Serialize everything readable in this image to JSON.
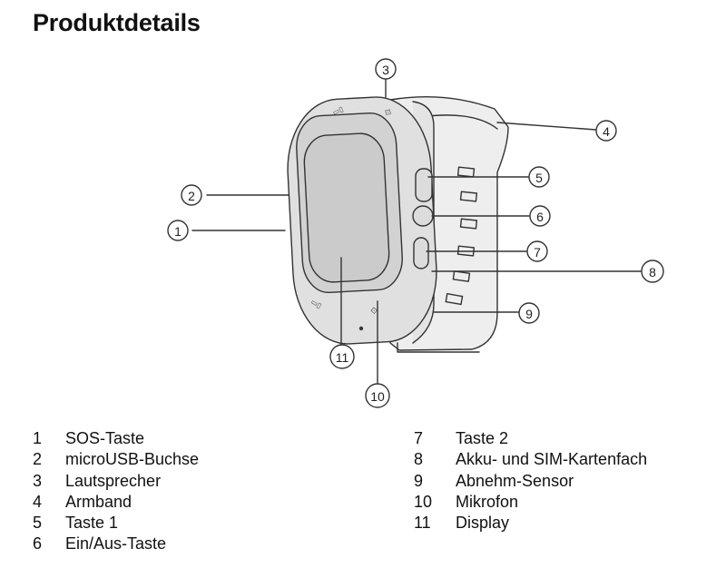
{
  "title": "Produktdetails",
  "callouts": [
    "1",
    "2",
    "3",
    "4",
    "5",
    "6",
    "7",
    "8",
    "9",
    "10",
    "11"
  ],
  "legend_left": [
    {
      "num": "1",
      "label": "SOS-Taste"
    },
    {
      "num": "2",
      "label": "microUSB-Buchse"
    },
    {
      "num": "3",
      "label": "Lautsprecher"
    },
    {
      "num": "4",
      "label": "Armband"
    },
    {
      "num": "5",
      "label": "Taste 1"
    },
    {
      "num": "6",
      "label": "Ein/Aus-Taste"
    }
  ],
  "legend_right": [
    {
      "num": "7",
      "label": "Taste 2"
    },
    {
      "num": "8",
      "label": "Akku- und SIM-Kartenfach"
    },
    {
      "num": "9",
      "label": "Abnehm-Sensor"
    },
    {
      "num": "10",
      "label": "Mikrofon"
    },
    {
      "num": "11",
      "label": "Display"
    }
  ]
}
